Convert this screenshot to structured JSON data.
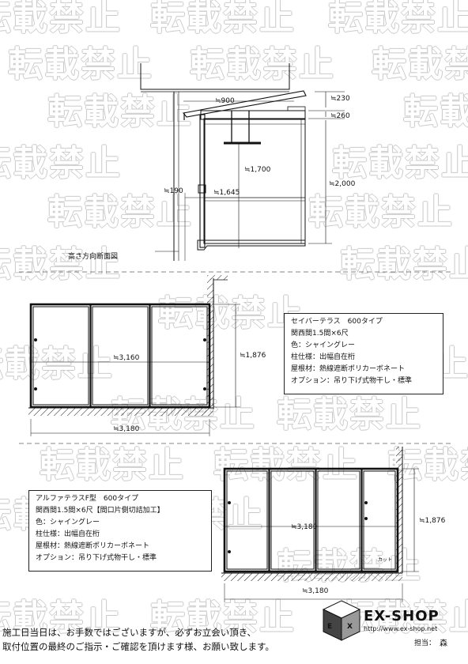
{
  "watermark": "転載禁止",
  "section_view": {
    "title": "高さ方向断面図",
    "dims": {
      "roof_depth": "≒900",
      "top_gap": "≒230",
      "frame_gap": "≒260",
      "inner_height": "≒1,700",
      "post_offset": "≒190",
      "floor_depth": "≒1,645",
      "total_height": "≒2,000"
    }
  },
  "plan_a": {
    "dims": {
      "inner_width": "≒3,160",
      "depth": "≒1,876",
      "total_width": "≒3,180"
    },
    "spec": [
      "セイバーテラス　600タイプ",
      "関西間1.5間×6尺",
      "色：シャイングレー",
      "柱仕様：出幅自在桁",
      "屋根材：熱線遮断ポリカーボネート",
      "オプション：吊り下げ式物干し・標準"
    ]
  },
  "plan_b": {
    "dims": {
      "inner_width": "≒3,180",
      "depth": "≒1,876",
      "total_width": "≒3,180"
    },
    "cut_label": "カット",
    "spec": [
      "アルファテラスF型　600タイプ",
      "関西間1.5間×6尺【間口片側切詰加工】",
      "色：シャイングレー",
      "柱仕様：出幅自在桁",
      "屋根材：熱線遮断ポリカーボネート",
      "オプション：吊り下げ式物干し・標準"
    ]
  },
  "footer": {
    "note_line1": "施工日当日は、お手数ではございますが、必ずお立会い頂き、",
    "note_line2": "取付位置の最終のご指示・ご確認を頂けます様、お願い致します。",
    "brand": "EX-SHOP",
    "url": "http://www.ex-shop.net",
    "staff_label": "担当：",
    "staff_name": "森"
  }
}
